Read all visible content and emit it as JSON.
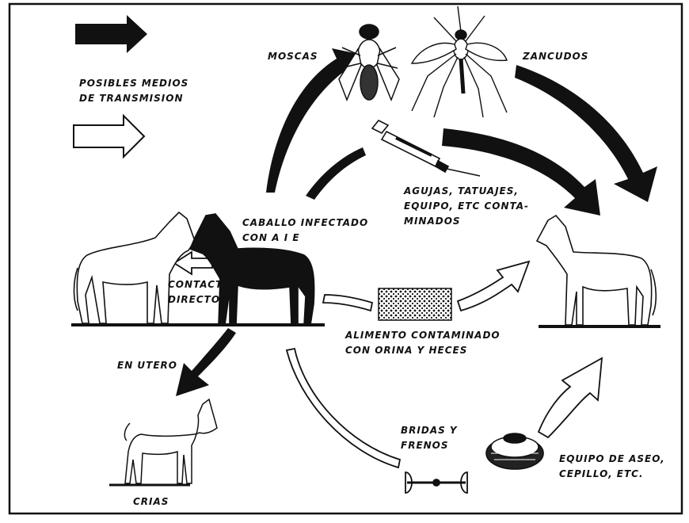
{
  "legend": {
    "means_line1": "POSIBLES MEDIOS",
    "means_line2": "DE TRANSMISION"
  },
  "labels": {
    "flies": "MOSCAS",
    "mosquitoes": "ZANCUDOS",
    "infected_line1": "CABALLO INFECTADO",
    "infected_line2": "CON  A I E",
    "needles_line1": "AGUJAS, TATUAJES,",
    "needles_line2": "EQUIPO, ETC CONTA-",
    "needles_line3": "MINADOS",
    "contact_line1": "CONTACTO",
    "contact_line2": "DIRECTO",
    "food_line1": "ALIMENTO CONTAMINADO",
    "food_line2": "CON ORINA  Y HECES",
    "in_utero": "EN  UTERO",
    "foals": "CRIAS",
    "bridles_line1": "BRIDAS  Y",
    "bridles_line2": "FRENOS",
    "grooming_line1": "EQUIPO DE ASEO,",
    "grooming_line2": "CEPILLO,  ETC."
  },
  "colors": {
    "ink": "#111111",
    "paper": "#ffffff"
  }
}
